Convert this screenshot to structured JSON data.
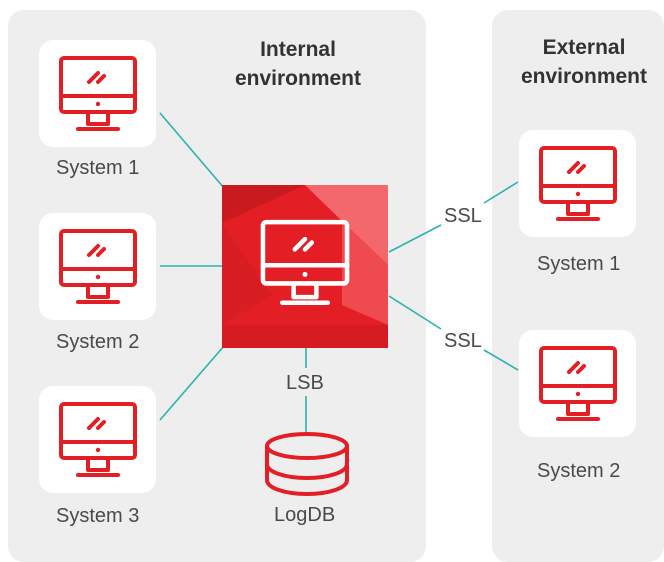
{
  "internal": {
    "title": "Internal\nenvironment",
    "systems": [
      "System 1",
      "System 2",
      "System 3"
    ],
    "hub_link_label": "LSB",
    "database_label": "LogDB"
  },
  "external": {
    "title": "External\nenvironment",
    "systems": [
      "System 1",
      "System 2"
    ],
    "link_labels": [
      "SSL",
      "SSL"
    ]
  },
  "colors": {
    "accent_red": "#e31e24",
    "connector_teal": "#2ab3ad",
    "panel_gray": "#eeeeee"
  },
  "icons": [
    "monitor-icon",
    "database-icon"
  ]
}
